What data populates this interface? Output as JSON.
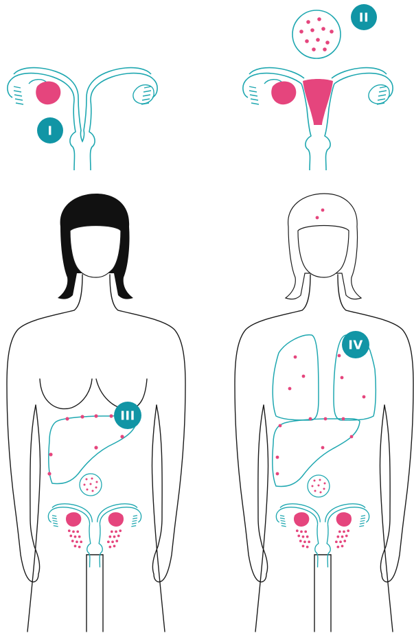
{
  "stages": [
    {
      "id": "stage-1",
      "label": "I"
    },
    {
      "id": "stage-2",
      "label": "II"
    },
    {
      "id": "stage-3",
      "label": "III"
    },
    {
      "id": "stage-4",
      "label": "IV"
    }
  ],
  "colors": {
    "outline_teal": "#1ea7b0",
    "tumor_pink": "#e5457d",
    "body_outline": "#1a1a1a",
    "hair_fill": "#111111",
    "badge_fill": "#1195a5",
    "badge_text": "#ffffff"
  },
  "icons": [
    "uterus-icon",
    "ovary-icon",
    "fallopian-tube-icon",
    "female-body-icon",
    "liver-icon",
    "lung-icon",
    "cell-cluster-icon"
  ]
}
